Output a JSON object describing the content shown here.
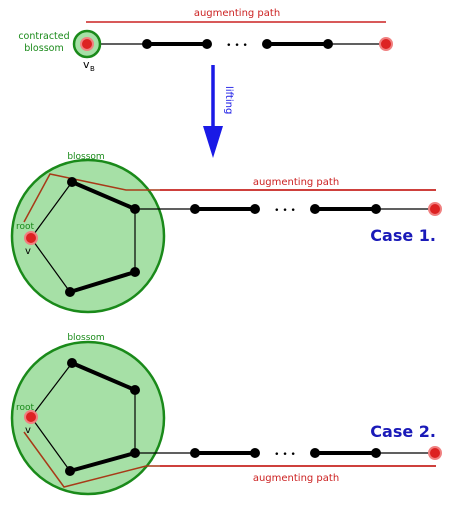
{
  "top": {
    "path_label": "augmenting path",
    "contracted_label_1": "contracted",
    "contracted_label_2": "blossom",
    "vertex_label": "v",
    "vertex_subscript": "B",
    "ellipsis": "• • •"
  },
  "arrow": {
    "label": "lifting"
  },
  "case1": {
    "blossom_label": "blossom",
    "root_label": "root",
    "v_label": "v",
    "path_label": "augmenting path",
    "ellipsis": "• • •",
    "case_label": "Case 1."
  },
  "case2": {
    "blossom_label": "blossom",
    "root_label": "root",
    "v_label": "v",
    "path_label": "augmenting path",
    "ellipsis": "• • •",
    "case_label": "Case 2."
  },
  "colors": {
    "blossom_fill": "#a6e0a6",
    "blossom_stroke": "#1a8a1a",
    "path": "#cc2222",
    "path_brown": "#a83a18",
    "vertex_red": "#dd2222",
    "arrow": "#1a1ae6",
    "case_text": "#1a1ab8",
    "green_text": "#1a8a1a"
  }
}
